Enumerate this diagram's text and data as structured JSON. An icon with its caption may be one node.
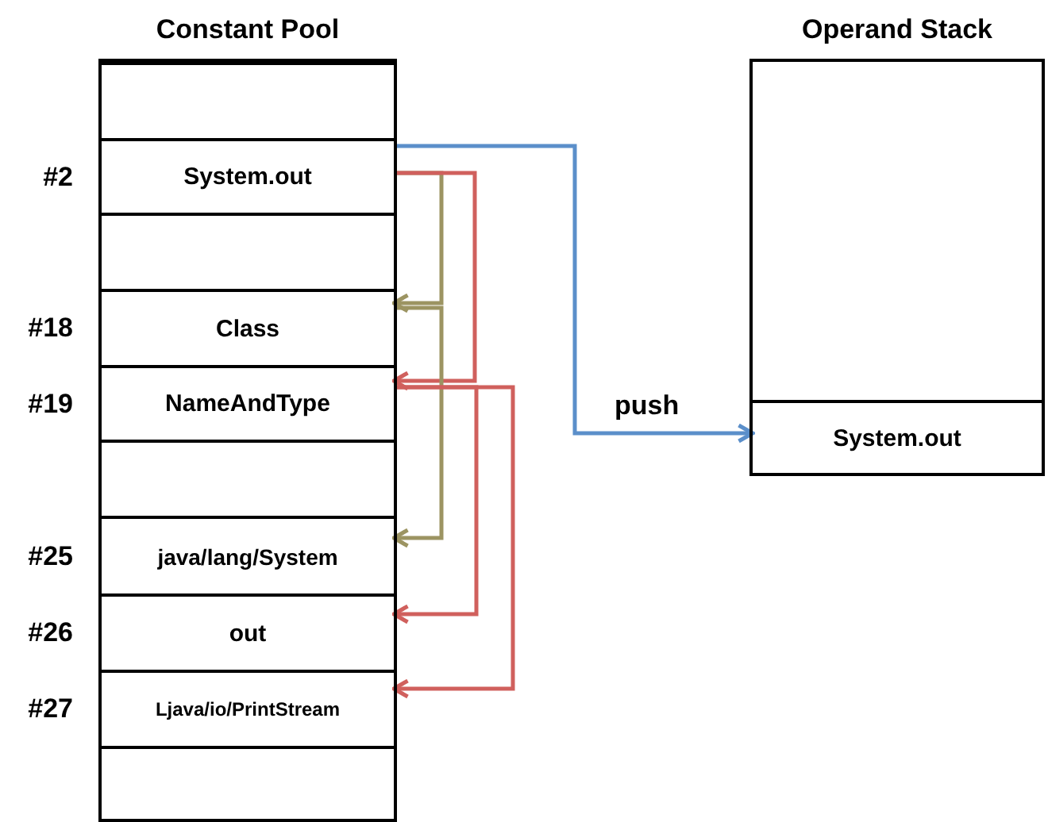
{
  "diagram": {
    "nodes": [
      {
        "text": [
          "Constant Pool"
        ]
      },
      {
        "text": [],
        "shape": "box",
        "in": 0
      },
      {
        "text": [
          "System.out"
        ],
        "in": 0,
        "beside": [
          "#2"
        ]
      },
      {
        "text": [],
        "shape": "box",
        "in": 0
      },
      {
        "text": [
          "Class"
        ],
        "in": 0,
        "beside": [
          "#18"
        ]
      },
      {
        "text": [
          "NameAndType"
        ],
        "in": 0,
        "beside": [
          "#19"
        ]
      },
      {
        "text": [],
        "shape": "box",
        "in": 0
      },
      {
        "text": [
          "java/lang/System"
        ],
        "in": 0,
        "beside": [
          "#25"
        ]
      },
      {
        "text": [
          "out"
        ],
        "in": 0,
        "beside": [
          "#26"
        ]
      },
      {
        "text": [
          "Ljava/io/PrintStream"
        ],
        "in": 0,
        "beside": [
          "#27"
        ]
      },
      {
        "text": [],
        "shape": "box",
        "in": 0
      },
      {
        "text": [
          "Operand Stack"
        ]
      },
      {
        "text": [
          "System.out"
        ],
        "in": 11
      }
    ],
    "edges": [
      {
        "from": 2,
        "to": 12,
        "arrow": "to",
        "label": "push",
        "color": "#5b8fca"
      },
      {
        "from": 2,
        "to": 4,
        "arrow": "to",
        "color": "#9c9462"
      },
      {
        "from": 2,
        "to": 5,
        "arrow": "to",
        "color": "#d0605d"
      },
      {
        "from": 4,
        "to": 7,
        "arrow": "to",
        "color": "#9c9462"
      },
      {
        "from": 5,
        "to": 8,
        "arrow": "to",
        "color": "#d0605d"
      },
      {
        "from": 5,
        "to": 9,
        "arrow": "to",
        "color": "#d0605d"
      }
    ]
  }
}
